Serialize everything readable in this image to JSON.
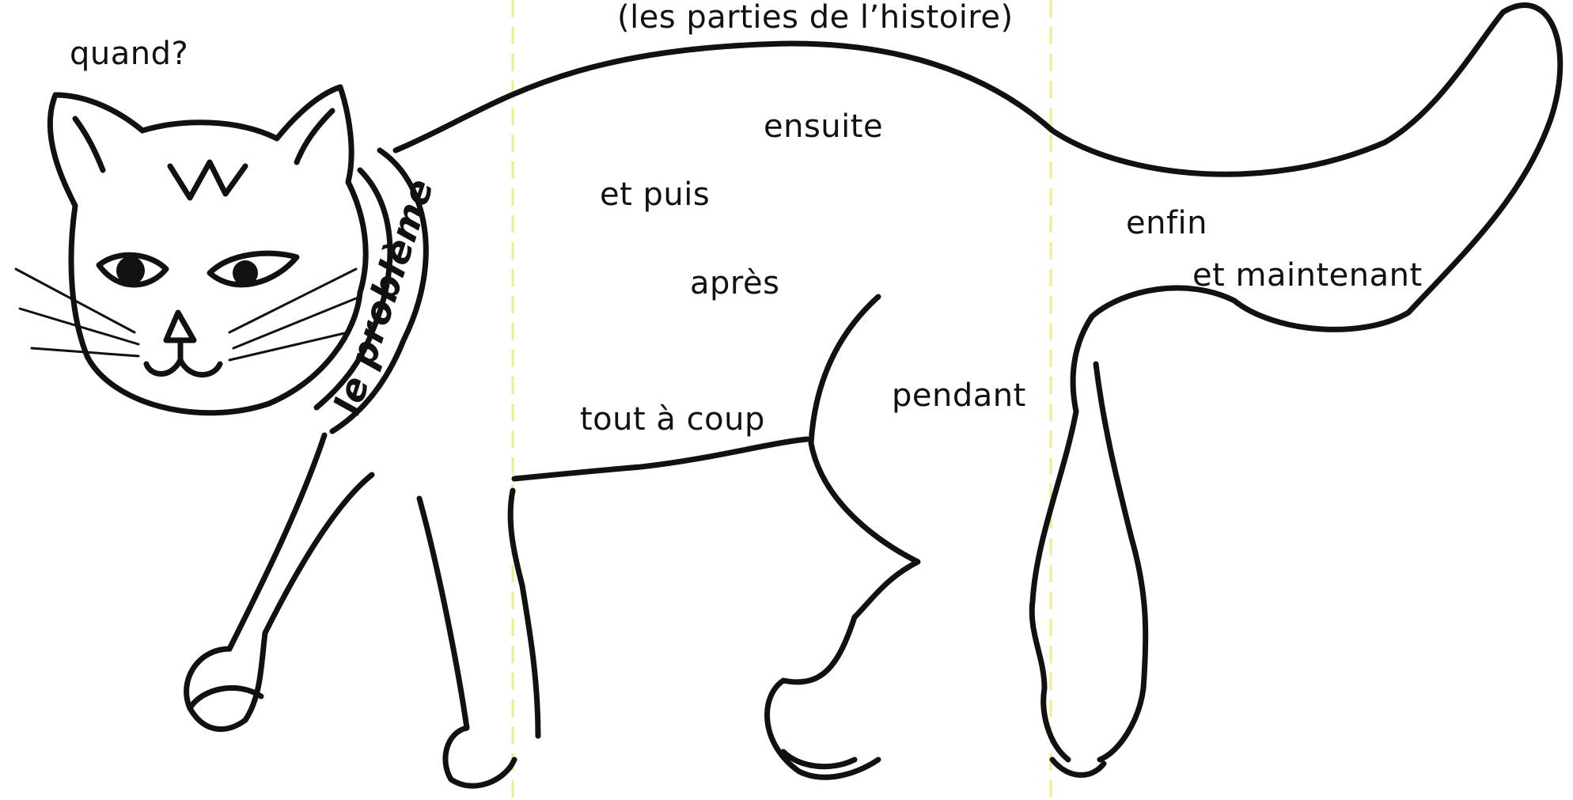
{
  "subtitle": "(les parties de l’histoire)",
  "collar_label": "le problème",
  "words": {
    "quand": "quand?",
    "ensuite": "ensuite",
    "et_puis": "et puis",
    "apres": "après",
    "tout_a_coup": "tout à coup",
    "pendant": "pendant",
    "enfin": "enfin",
    "et_maintenant": "et maintenant"
  },
  "colors": {
    "ink": "#111111",
    "guide_line": "#f1ec8a",
    "background": "#ffffff"
  },
  "icons": [
    "cat-illustration",
    "collar"
  ]
}
